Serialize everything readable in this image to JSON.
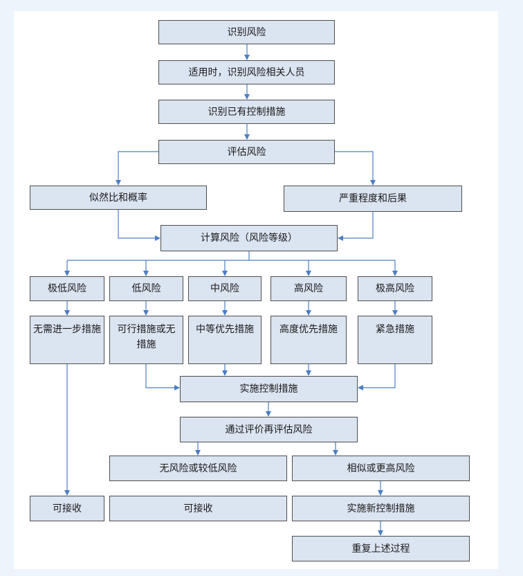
{
  "nodes": {
    "identify_risk": "识别风险",
    "identify_people": "适用时，识别风险相关人员",
    "identify_controls": "识别已有控制措施",
    "assess_risk": "评估风险",
    "likelihood": "似然比和概率",
    "severity": "严重程度和后果",
    "calc_risk": "计算风险（风险等级）",
    "very_low": "极低风险",
    "low": "低风险",
    "medium": "中风险",
    "high": "高风险",
    "very_high": "极高风险",
    "no_further": "无需进一步措施",
    "feasible": "可行措施或无措施",
    "medium_priority": "中等优先措施",
    "high_priority": "高度优先措施",
    "urgent": "紧急措施",
    "implement": "实施控制措施",
    "reassess": "通过评价再评估风险",
    "lower_risk": "无风险或较低风险",
    "similar_higher": "相似或更高风险",
    "acceptable_1": "可接收",
    "acceptable_2": "可接收",
    "new_controls": "实施新控制措施",
    "repeat": "重复上述过程"
  },
  "colors": {
    "box_fill": "#dbe4f1",
    "box_border": "#4d4d4d",
    "arrow": "#4a7ec4"
  }
}
